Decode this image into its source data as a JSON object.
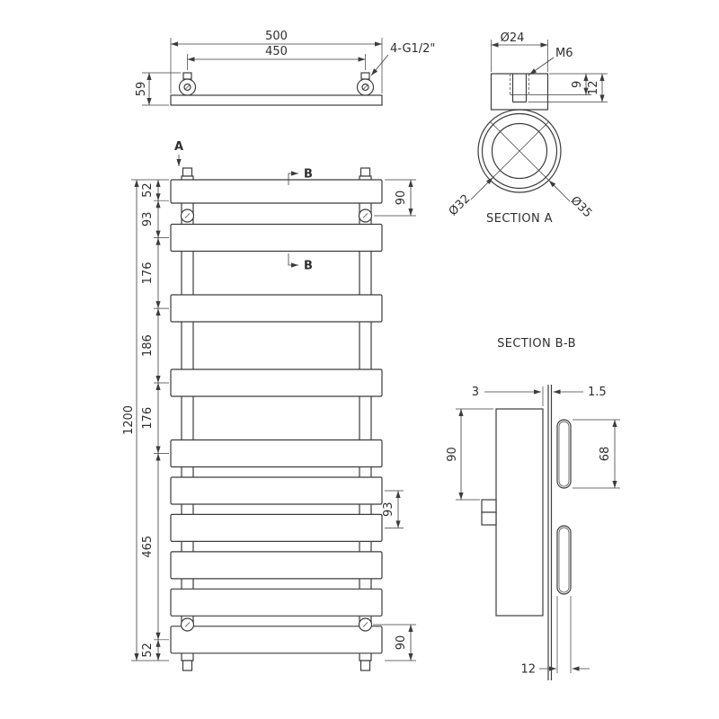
{
  "top_view": {
    "dim_width": "500",
    "dim_hole_spacing": "450",
    "dim_depth": "59",
    "note_fittings": "4-G1/2\""
  },
  "section_a": {
    "title": "SECTION A",
    "dim_boss_dia": "Ø24",
    "thread_label": "M6",
    "dim_thread_depth": "9",
    "dim_hole_depth": "12",
    "dim_inner_dia": "Ø32",
    "dim_outer_dia": "Ø35"
  },
  "front_view": {
    "section_marker_a": "A",
    "section_marker_b_top": "B",
    "section_marker_b_bottom": "B",
    "dim_overall_height": "1200",
    "chain": [
      "52",
      "93",
      "176",
      "186",
      "176",
      "465",
      "52"
    ],
    "dim_bracket_top": "90",
    "dim_bar_pitch": "93",
    "dim_bracket_bottom": "90"
  },
  "section_bb": {
    "title": "SECTION B-B",
    "dim_gap": "3",
    "dim_sheet_thickness": "1.5",
    "dim_tube_to_valve": "90",
    "dim_panel_height": "68",
    "dim_panel_depth": "12"
  }
}
